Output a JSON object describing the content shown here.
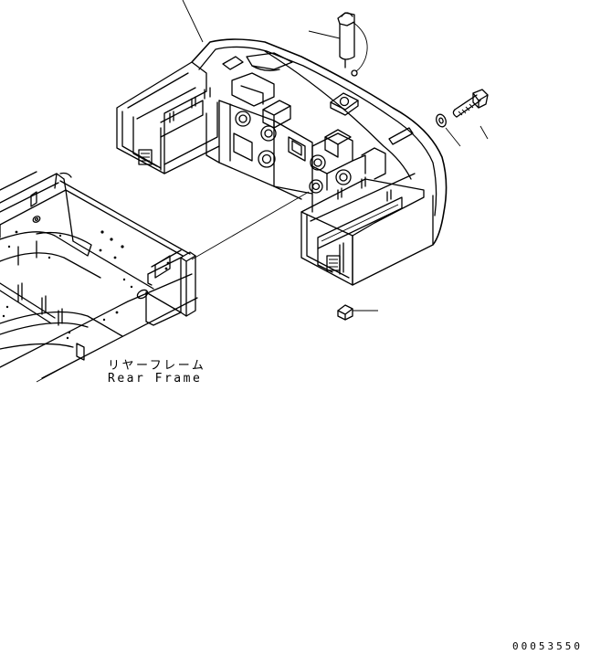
{
  "diagram": {
    "frame_label_jp": "リヤーフレーム",
    "frame_label_en": "Rear Frame",
    "drawing_number": "00053550"
  }
}
